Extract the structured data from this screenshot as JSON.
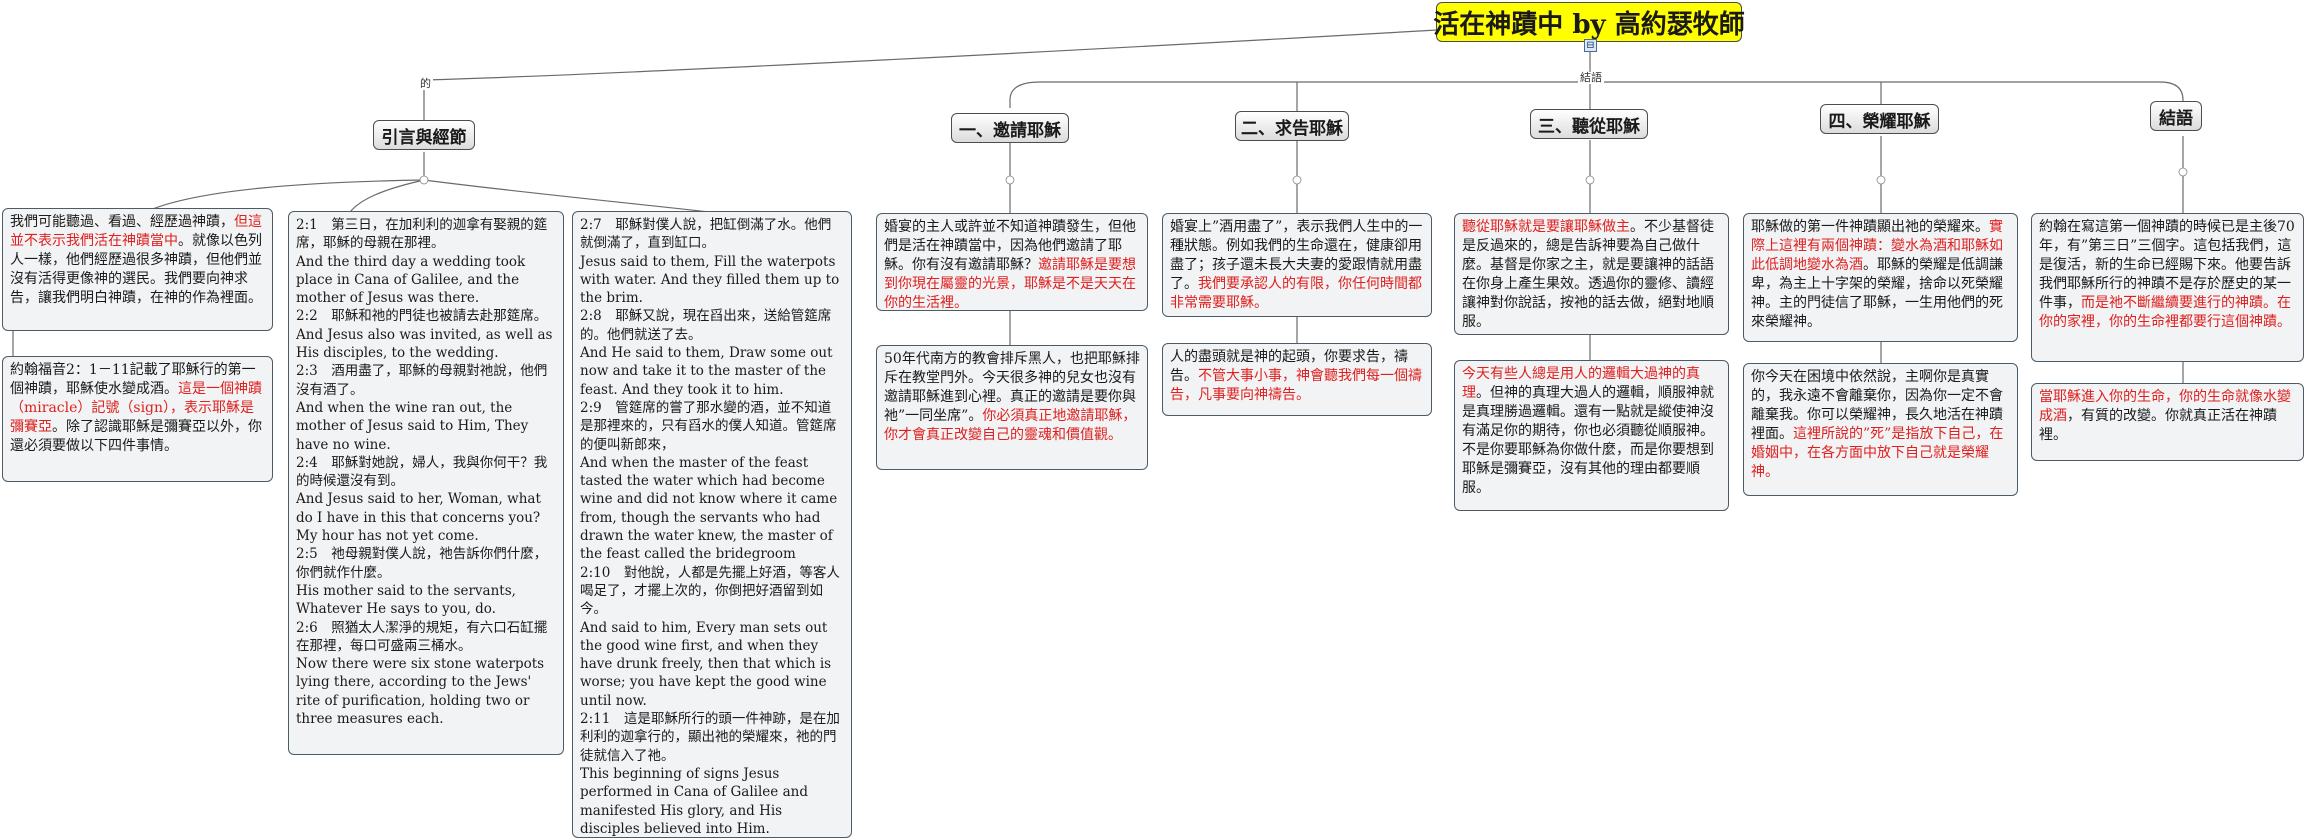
{
  "title": "活在神蹟中 by 高約瑟牧師",
  "expander_symbol": "⊟",
  "edge_labels": {
    "left": "的",
    "right": "結語"
  },
  "topics": {
    "intro": "引言與經節",
    "t1": "一、邀請耶穌",
    "t2": "二、求告耶穌",
    "t3": "三、聽從耶穌",
    "t4": "四、榮耀耶穌",
    "t5": "結語"
  },
  "cards": {
    "intro_1": {
      "a": "我們可能聽過、看過、經歷過神蹟，",
      "red": "但這並不表示我們活在神蹟當中",
      "b": "。就像以色列人一樣，他們經歷過很多神蹟，但他們並沒有活得更像神的選民。我們要向神求告，讓我們明白神蹟，在神的作為裡面。"
    },
    "intro_2": {
      "a": "約翰福音2：1－11記載了耶穌行的第一個神蹟，耶穌使水變成酒。",
      "red": "這是一個神蹟（miracle）記號（sign），表示耶穌是彌賽亞",
      "b": "。除了認識耶穌是彌賽亞以外，你還必須要做以下四件事情。"
    },
    "verses_a": [
      "2:1　第三日，在加利利的迦拿有娶親的筵席，耶穌的母親在那裡。",
      "And the third day a wedding took place in Cana of Galilee, and the mother of Jesus was there.",
      "2:2　耶穌和祂的門徒也被請去赴那筵席。",
      "And Jesus also was invited, as well as His disciples, to the wedding.",
      "2:3　酒用盡了，耶穌的母親對祂說，他們沒有酒了。",
      "And when the wine ran out, the mother of Jesus said to Him, They have no wine.",
      "2:4　耶穌對她說，婦人，我與你何干？我的時候還沒有到。",
      "And Jesus said to her, Woman, what do I have in this that concerns you? My hour has not yet come.",
      "2:5　祂母親對僕人說，祂告訴你們什麼，你們就作什麼。",
      "His mother said to the servants, Whatever He says to you, do.",
      "2:6　照猶太人潔淨的規矩，有六口石缸擺在那裡，每口可盛兩三桶水。",
      "Now there were six stone waterpots lying there, according to the Jews' rite of purification, holding two or three measures each."
    ],
    "verses_b": [
      "2:7　耶穌對僕人說，把缸倒滿了水。他們就倒滿了，直到缸口。",
      "Jesus said to them, Fill the waterpots with water. And they filled them up to the brim.",
      "2:8　耶穌又說，現在舀出來，送給管筵席的。他們就送了去。",
      "And He said to them, Draw some out now and take it to the master of the feast. And they took it to him.",
      "2:9　管筵席的嘗了那水變的酒，並不知道是那裡來的，只有舀水的僕人知道。管筵席的便叫新郎來，",
      "And when the master of the feast tasted the water which had become wine and did not know where it came from, though the servants who had drawn the water knew, the master of the feast called the bridegroom",
      "2:10　對他說，人都是先擺上好酒，等客人喝足了，才擺上次的，你倒把好酒留到如今。",
      "And said to him, Every man sets out the good wine first, and when they have drunk freely, then that which is worse; you have kept the good wine until now.",
      "2:11　這是耶穌所行的頭一件神跡，是在加利利的迦拿行的，顯出祂的榮耀來，祂的門徒就信入了祂。",
      "This beginning of signs Jesus performed in Cana of Galilee and manifested His glory, and His disciples believed into Him."
    ],
    "t1_a": {
      "a": "婚宴的主人或許並不知道神蹟發生，但他們是活在神蹟當中，因為他們邀請了耶穌。你有沒有邀請耶穌？",
      "red": "邀請耶穌是要想到你現在屬靈的光景，耶穌是不是天天在你的生活裡。"
    },
    "t1_b": {
      "a": "50年代南方的教會排斥黑人，也把耶穌排斥在教堂門外。今天很多神的兒女也沒有邀請耶穌進到心裡。真正的邀請是要你與祂”一同坐席”。",
      "red": "你必須真正地邀請耶穌，你才會真正改變自己的靈魂和價值觀。"
    },
    "t2_a": {
      "a": "婚宴上”酒用盡了”，表示我們人生中的一種狀態。例如我們的生命還在，健康卻用盡了；孩子還未長大夫妻的愛跟情就用盡了。",
      "red": "我們要承認人的有限，你任何時間都非常需要耶穌。"
    },
    "t2_b": {
      "a": "人的盡頭就是神的起頭，你要求告，禱告。",
      "red": "不管大事小事，神會聽我們每一個禱告，凡事要向神禱告。"
    },
    "t3_a": {
      "red": "聽從耶穌就是要讓耶穌做主",
      "a": "。不少基督徒是反過來的，總是告訴神要為自己做什麼。基督是你家之主，就是要讓神的話語在你身上產生果效。透過你的靈修、讀經讓神對你說話，按祂的話去做，絕對地順服。"
    },
    "t3_b": {
      "red": "今天有些人總是用人的邏輯大過神的真理",
      "a": "。但神的真理大過人的邏輯，順服神就是真理勝過邏輯。還有一點就是縱使神沒有滿足你的期待，你也必須聽從順服神。不是你要耶穌為你做什麼，而是你要想到耶穌是彌賽亞，沒有其他的理由都要順服。"
    },
    "t4_a": {
      "a": "耶穌做的第一件神蹟顯出祂的榮耀來。",
      "red": "實際上這裡有兩個神蹟：變水為酒和耶穌如此低調地變水為酒",
      "b": "。耶穌的榮耀是低調謙卑，為主上十字架的榮耀，捨命以死榮耀神。主的門徒信了耶穌，一生用他們的死來榮耀神。"
    },
    "t4_b": {
      "a": "你今天在困境中依然說，主啊你是真實的，我永遠不會離棄你，因為你一定不會離棄我。你可以榮耀神，長久地活在神蹟裡面。",
      "red": "這裡所說的”死”是指放下自己，在婚姻中，在各方面中放下自己就是榮耀神。"
    },
    "t5_a": {
      "a": "約翰在寫這第一個神蹟的時候已是主後70年，有”第三日”三個字。這包括我們，這是復活，新的生命已經賜下來。他要告訴我們耶穌所行的神蹟不是存於歷史的某一件事，",
      "red": "而是祂不斷繼續要進行的神蹟。在你的家裡，你的生命裡都要行這個神蹟。"
    },
    "t5_b": {
      "red": "當耶穌進入你的生命，你的生命就像水變成酒",
      "a": "，有質的改變。你就真正活在神蹟裡。"
    }
  }
}
